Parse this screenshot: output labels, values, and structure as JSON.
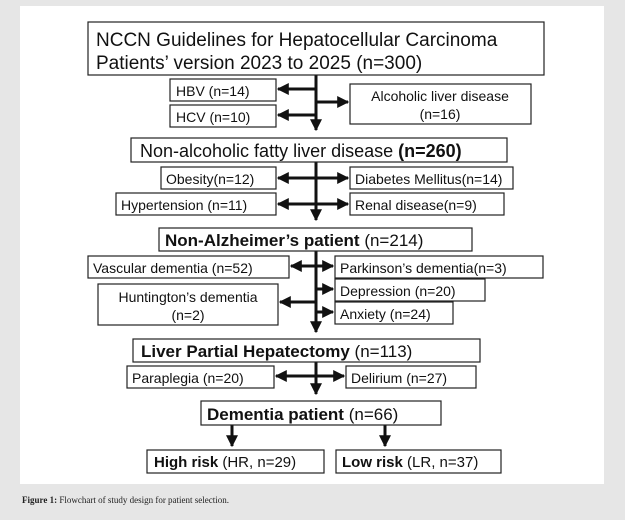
{
  "title_line1": "NCCN Guidelines for Hepatocellular Carcinoma",
  "title_line2": "Patients’ version 2023 to 2025 (n=300)",
  "hbv": "HBV (n=14)",
  "hcv": "HCV (n=10)",
  "alcoholic_line1": "Alcoholic liver disease",
  "alcoholic_line2": "(n=16)",
  "nafld_text": "Non-alcoholic fatty liver disease ",
  "nafld_n": "(n=260)",
  "obesity": "Obesity(n=12)",
  "diabetes": "Diabetes Mellitus(n=14)",
  "hypertension": "Hypertension (n=11)",
  "renal": "Renal disease(n=9)",
  "non_alz_text": "Non-Alzheimer’s patient",
  "non_alz_n": " (n=214)",
  "vascular": "Vascular dementia (n=52)",
  "parkinson": "Parkinson’s dementia(n=3)",
  "huntington_line1": "Huntington’s dementia",
  "huntington_line2": "(n=2)",
  "depression": "Depression (n=20)",
  "anxiety": "Anxiety (n=24)",
  "liver_text": "Liver Partial Hepatectomy",
  "liver_n": " (n=113)",
  "paraplegia": "Paraplegia (n=20)",
  "delirium": "Delirium (n=27)",
  "dementia_text": "Dementia patient",
  "dementia_n": " (n=66)",
  "high_risk_text": "High risk",
  "high_risk_n": " (HR, n=29)",
  "low_risk_text": "Low risk",
  "low_risk_n": " (LR, n=37)",
  "caption_label": "Figure 1:",
  "caption_text": " Flowchart of study design for patient selection.",
  "colors": {
    "line": "#111111",
    "box_stroke": "#222222",
    "page_bg": "#e6e6e6",
    "panel_bg": "#ffffff"
  }
}
